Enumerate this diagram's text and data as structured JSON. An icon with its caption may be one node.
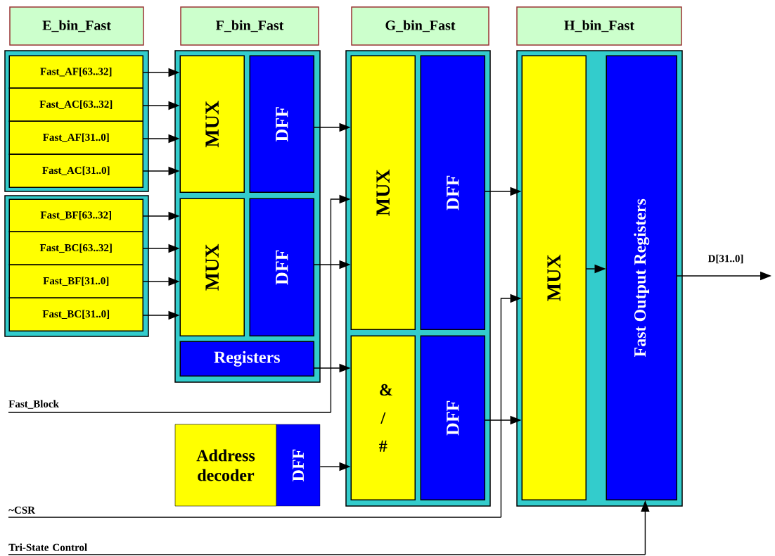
{
  "diagram": {
    "nodes": [
      {
        "text": [
          "E_bin_Fast"
        ]
      },
      {
        "text": [
          "F_bin_Fast"
        ]
      },
      {
        "text": [
          "G_bin_Fast"
        ]
      },
      {
        "text": [
          "H_bin_Fast"
        ]
      },
      {
        "text": [],
        "shape": "box"
      },
      {
        "text": [
          "Fast_AF[63..32]"
        ],
        "in": 4
      },
      {
        "text": [
          "Fast_AC[63..32]"
        ],
        "in": 4
      },
      {
        "text": [
          "Fast_AF[31..0]"
        ],
        "in": 4
      },
      {
        "text": [
          "Fast_AC[31..0]"
        ],
        "in": 4
      },
      {
        "text": [],
        "shape": "box"
      },
      {
        "text": [
          "Fast_BF[63..32]"
        ],
        "in": 9
      },
      {
        "text": [
          "Fast_BC[63..32]"
        ],
        "in": 9
      },
      {
        "text": [
          "Fast_BF[31..0]"
        ],
        "in": 9
      },
      {
        "text": [
          "Fast_BC[31..0]"
        ],
        "in": 9
      },
      {
        "text": [],
        "shape": "box"
      },
      {
        "text": [
          "MUX"
        ],
        "in": 14
      },
      {
        "text": [
          "DFF"
        ],
        "in": 14
      },
      {
        "text": [
          "MUX"
        ],
        "in": 14
      },
      {
        "text": [
          "DFF"
        ],
        "in": 14
      },
      {
        "text": [
          "Registers"
        ],
        "in": 14
      },
      {
        "text": [
          "Address decoder"
        ]
      },
      {
        "text": [
          "DFF"
        ]
      },
      {
        "text": [],
        "shape": "box"
      },
      {
        "text": [
          "MUX"
        ],
        "in": 22
      },
      {
        "text": [
          "DFF"
        ],
        "in": 22
      },
      {
        "text": [
          "& / #"
        ],
        "in": 22
      },
      {
        "text": [
          "DFF"
        ],
        "in": 22
      },
      {
        "text": [],
        "shape": "box"
      },
      {
        "text": [
          "MUX"
        ],
        "in": 27
      },
      {
        "text": [
          "Fast Output  Registers"
        ],
        "in": 27
      },
      {
        "text": [
          "Fast_Block"
        ]
      },
      {
        "text": [
          "~CSR"
        ]
      },
      {
        "text": [
          "Tri-State Control"
        ]
      }
    ],
    "edges": [
      {
        "from": 5,
        "to": 15,
        "arrow": "to"
      },
      {
        "from": 6,
        "to": 15,
        "arrow": "to"
      },
      {
        "from": 7,
        "to": 15,
        "arrow": "to"
      },
      {
        "from": 8,
        "to": 15,
        "arrow": "to"
      },
      {
        "from": 10,
        "to": 17,
        "arrow": "to"
      },
      {
        "from": 11,
        "to": 17,
        "arrow": "to"
      },
      {
        "from": 12,
        "to": 17,
        "arrow": "to"
      },
      {
        "from": 13,
        "to": 17,
        "arrow": "to"
      },
      {
        "from": 16,
        "to": 23,
        "arrow": "to"
      },
      {
        "from": 30,
        "to": 23,
        "arrow": "to"
      },
      {
        "from": 18,
        "to": 23,
        "arrow": "to"
      },
      {
        "from": 19,
        "to": 25,
        "arrow": "to"
      },
      {
        "from": 21,
        "to": 25,
        "arrow": "to"
      },
      {
        "from": 24,
        "to": 28,
        "arrow": "to"
      },
      {
        "from": 31,
        "to": 28,
        "arrow": "to"
      },
      {
        "from": 26,
        "to": 28,
        "arrow": "to"
      },
      {
        "from": 28,
        "to": 29,
        "arrow": "to"
      },
      {
        "from": 32,
        "to": 29,
        "arrow": "to"
      },
      {
        "from": 29,
        "to": null,
        "label": "D[31..0]",
        "arrow": "to"
      }
    ]
  }
}
